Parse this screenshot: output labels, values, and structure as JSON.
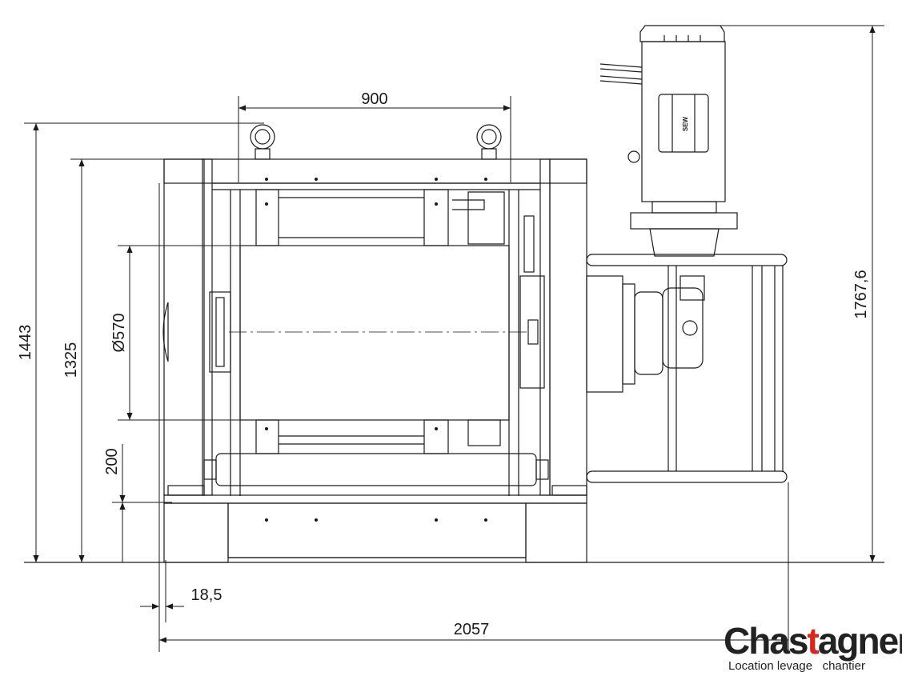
{
  "dimensions": {
    "top_width": "900",
    "overall_height": "1443",
    "frame_height": "1325",
    "drum_diameter": "Ø570",
    "base_height": "200",
    "side_offset": "18,5",
    "overall_width": "2057",
    "motor_height": "1767,6"
  },
  "motor_label": "SEW",
  "brand": {
    "name_part1": "Chas",
    "name_accent": "t",
    "name_part2": "agner",
    "tagline": "Location levage   chantier"
  },
  "colors": {
    "line": "#1a1a1a",
    "brand_accent": "#d7261e"
  }
}
